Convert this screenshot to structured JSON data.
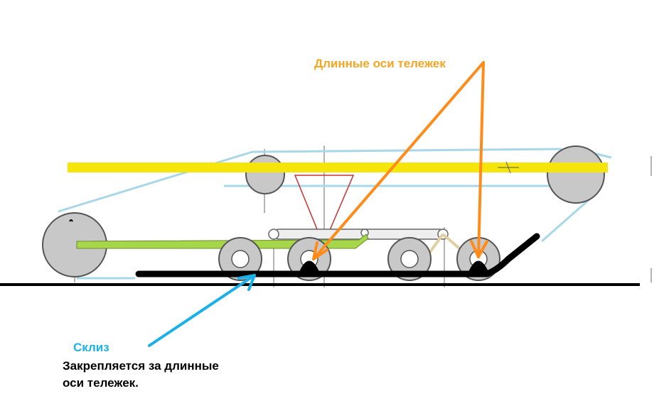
{
  "labels": {
    "long_axles": "Длинные оси тележек",
    "skid": "Склиз",
    "note_line1": "Закрепляется за длинные",
    "note_line2": "оси тележек."
  },
  "colors": {
    "long_axles_label": "#f5a623",
    "skid_label": "#1ab0e8",
    "note_label": "#000000",
    "arrow_orange": "#ff8c1a",
    "arrow_blue": "#1ab0e8",
    "track": "#a8d8e8",
    "yellow_beam": "#f5e50a",
    "green_beam": "#a6d64a",
    "wheel_fill": "#c8c8c8",
    "red_triangle": "#c83232",
    "ground": "#000000"
  }
}
